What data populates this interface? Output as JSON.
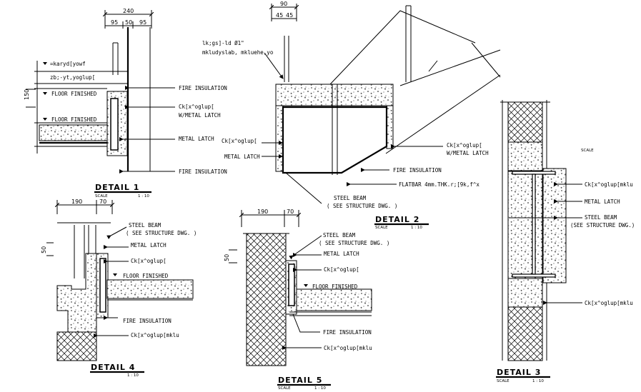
{
  "details": {
    "d1": {
      "title": "DETAIL   1",
      "scale_label": "SCALE",
      "scale": "1 : 10",
      "dim_total": "240",
      "dim_a": "95",
      "dim_b": "50",
      "dim_c": "95",
      "dim_v": "150",
      "label_top1": "=karyd[yowf",
      "label_top2": "zb;-yt,yoglup[",
      "floor1": "FLOOR FINISHED",
      "floor2": "FLOOR FINISHED",
      "fire1": "FIRE INSULATION",
      "cover1": "Ck[x^oglup[",
      "cover1b": "W/METAL LATCH",
      "latch": "METAL LATCH",
      "fire2": "FIRE INSULATION"
    },
    "d2": {
      "title": "DETAIL   2",
      "scale_label": "SCALE",
      "scale": "1 : 10",
      "dim_top": "90",
      "dim_a": "45",
      "dim_b": "45",
      "note1": "lk;gs]-ld  Ø1\"",
      "note2": "mkludyslab, mkluehe,yo",
      "cover": "Ck[x^oglup[",
      "latch": "METAL LATCH",
      "cover_r": "Ck[x^oglup[",
      "cover_rb": "W/METAL LATCH",
      "fire": "FIRE INSULATION",
      "flatbar": "FLATBAR 4mm.THK.r;[9k,f^x",
      "beam1": "STEEL BEAM",
      "beam2": "( SEE STRUCTURE DWG. )"
    },
    "d3": {
      "title": "DETAIL   3",
      "scale_label": "SCALE",
      "scale": "1 : 10",
      "scale_top": "SCALE",
      "l1": "Ck[x^oglup[mklu",
      "l2": "METAL LATCH",
      "l3": "STEEL BEAM",
      "l4": "(SEE STRUCTURE DWG.)",
      "l5": "Ck[x^oglup[mklu"
    },
    "d4": {
      "title": "DETAIL   4",
      "scale": "1 : 10",
      "dim_a": "190",
      "dim_b": "70",
      "dim_v": "50",
      "beam1": "STEEL BEAM",
      "beam2": "( SEE STRUCTURE DWG. )",
      "latch": "METAL LATCH",
      "cover": "Ck[x^oglup[",
      "floor": "FLOOR FINISHED",
      "fire": "FIRE INSULATION",
      "cover2": "Ck[x^oglup[mklu"
    },
    "d5": {
      "title": "DETAIL   5",
      "scale_label": "SCALE",
      "scale": "1 : 10",
      "dim_a": "190",
      "dim_b": "70",
      "dim_v": "50",
      "beam1": "STEEL BEAM",
      "beam2": "( SEE STRUCTURE DWG. )",
      "latch": "METAL LATCH",
      "cover": "Ck[x^oglup[",
      "floor": "FLOOR FINISHED",
      "fire": "FIRE INSULATION",
      "cover2": "Ck[x^oglup[mklu"
    }
  }
}
